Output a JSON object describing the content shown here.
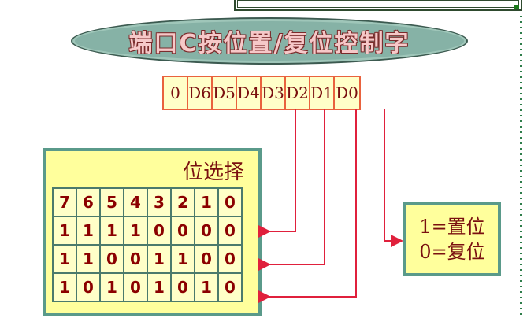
{
  "title": "端口C按位置/复位控制字",
  "register": {
    "bits": [
      "0",
      "D6",
      "D5",
      "D4",
      "D3",
      "D2",
      "D1",
      "D0"
    ]
  },
  "bit_select": {
    "label": "位选择",
    "rows": [
      [
        "7",
        "6",
        "5",
        "4",
        "3",
        "2",
        "1",
        "0"
      ],
      [
        "1",
        "1",
        "1",
        "1",
        "0",
        "0",
        "0",
        "0"
      ],
      [
        "1",
        "1",
        "0",
        "0",
        "1",
        "1",
        "0",
        "0"
      ],
      [
        "1",
        "0",
        "1",
        "0",
        "1",
        "0",
        "1",
        "0"
      ]
    ]
  },
  "legend": {
    "set": "1=置位",
    "reset": "0=复位"
  },
  "colors": {
    "wire": "#e0203c",
    "register_border": "#e9623e",
    "box_fill": "#ffff9c",
    "oval_fill": "#86b2a6"
  }
}
